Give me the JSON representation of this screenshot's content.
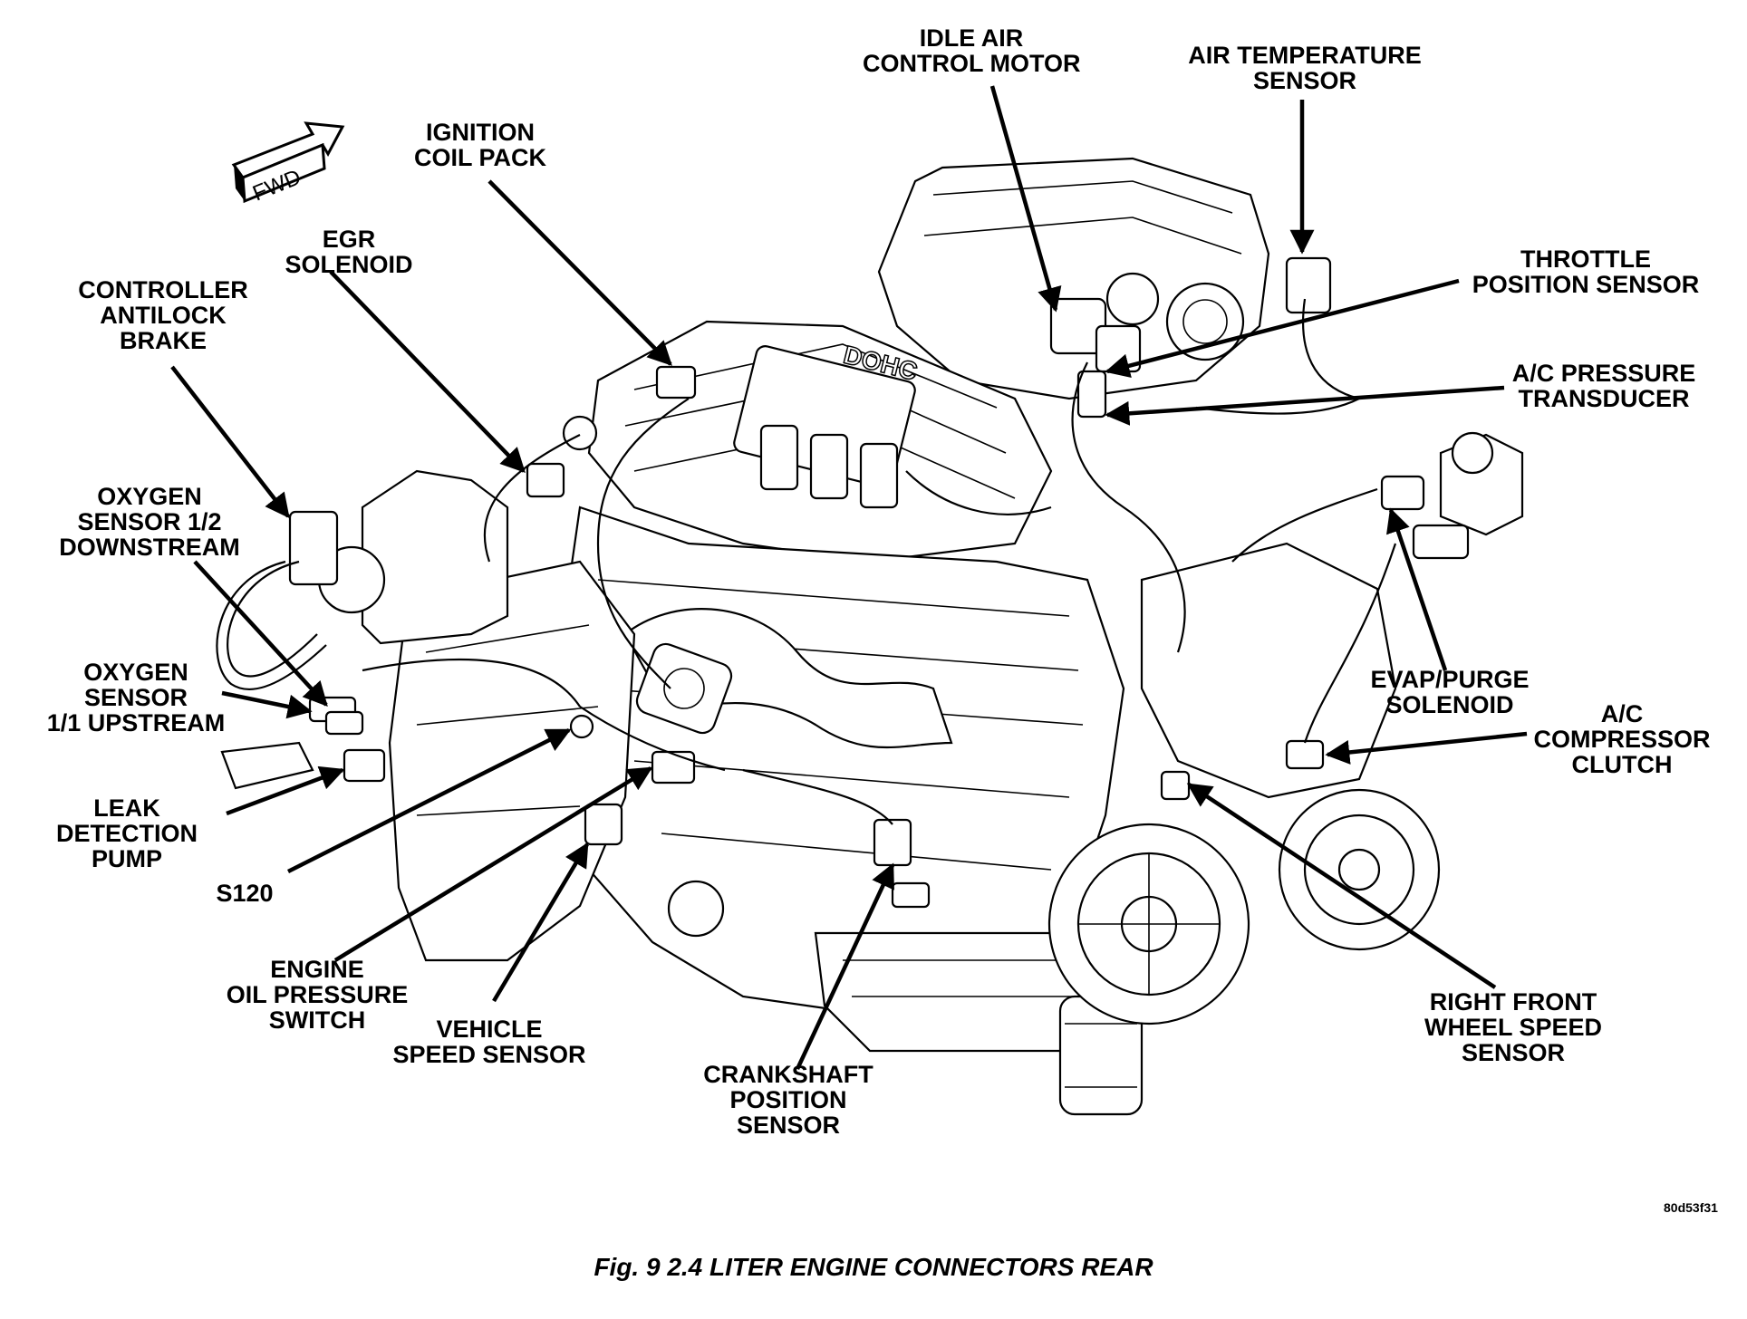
{
  "figure": {
    "caption": "Fig. 9 2.4 LITER ENGINE CONNECTORS REAR",
    "ref_code": "80d53f31",
    "fwd_text": "FWD",
    "logo_text": "DOHC"
  },
  "labels": [
    {
      "id": "idle-air-control-motor",
      "lines": [
        "IDLE AIR",
        "CONTROL MOTOR"
      ]
    },
    {
      "id": "air-temperature-sensor",
      "lines": [
        "AIR TEMPERATURE",
        "SENSOR"
      ]
    },
    {
      "id": "ignition-coil-pack",
      "lines": [
        "IGNITION",
        "COIL PACK"
      ]
    },
    {
      "id": "egr-solenoid",
      "lines": [
        "EGR",
        "SOLENOID"
      ]
    },
    {
      "id": "controller-antilock-brake",
      "lines": [
        "CONTROLLER",
        "ANTILOCK",
        "BRAKE"
      ]
    },
    {
      "id": "throttle-position-sensor",
      "lines": [
        "THROTTLE",
        "POSITION SENSOR"
      ]
    },
    {
      "id": "ac-pressure-transducer",
      "lines": [
        "A/C PRESSURE",
        "TRANSDUCER"
      ]
    },
    {
      "id": "oxygen-sensor-12-downstream",
      "lines": [
        "OXYGEN",
        "SENSOR 1/2",
        "DOWNSTREAM"
      ]
    },
    {
      "id": "oxygen-sensor-11-upstream",
      "lines": [
        "OXYGEN",
        "SENSOR",
        "1/1 UPSTREAM"
      ]
    },
    {
      "id": "evap-purge-solenoid",
      "lines": [
        "EVAP/PURGE",
        "SOLENOID"
      ]
    },
    {
      "id": "ac-compressor-clutch",
      "lines": [
        "A/C",
        "COMPRESSOR",
        "CLUTCH"
      ]
    },
    {
      "id": "leak-detection-pump",
      "lines": [
        "LEAK",
        "DETECTION",
        "PUMP"
      ]
    },
    {
      "id": "s120",
      "lines": [
        "S120"
      ]
    },
    {
      "id": "engine-oil-pressure-switch",
      "lines": [
        "ENGINE",
        "OIL PRESSURE",
        "SWITCH"
      ]
    },
    {
      "id": "vehicle-speed-sensor",
      "lines": [
        "VEHICLE",
        "SPEED SENSOR"
      ]
    },
    {
      "id": "crankshaft-position-sensor",
      "lines": [
        "CRANKSHAFT",
        "POSITION",
        "SENSOR"
      ]
    },
    {
      "id": "right-front-wheel-speed-sensor",
      "lines": [
        "RIGHT FRONT",
        "WHEEL SPEED",
        "SENSOR"
      ]
    }
  ]
}
